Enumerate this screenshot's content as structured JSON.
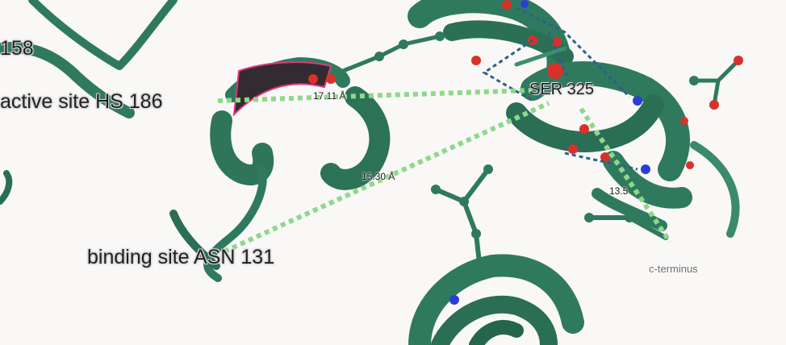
{
  "viewer": {
    "labels": {
      "residue_158": "158",
      "active_site": "active site HS 186",
      "ser_325": "SER 325",
      "binding_site": "binding site ASN 131",
      "c_terminus": "c-terminus"
    },
    "distances": {
      "d1": "17.11 Å",
      "d2": "15.30 Å",
      "d3": "13.5"
    },
    "colors": {
      "background": "#f9f8f7",
      "ribbon": "#2f7a5e",
      "ribbon_dark": "#1f5c45",
      "distance_line": "#8fd88a",
      "oxygen": "#d8312a",
      "nitrogen": "#2b3fd6",
      "hbond": "#2e5f8a",
      "highlight": "#e0397c"
    }
  }
}
